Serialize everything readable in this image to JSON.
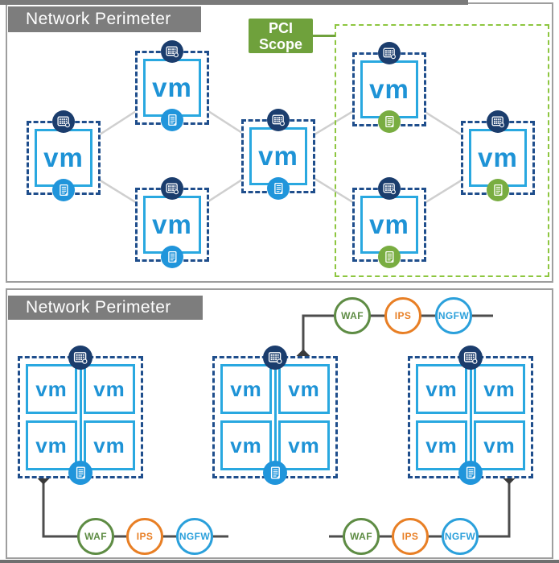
{
  "colors": {
    "accent_blue": "#29A8E0",
    "vm_text_blue": "#1E93D6",
    "perimeter_dash_navy": "#1F4E8C",
    "firewall_icon_navy": "#1B3D6D",
    "policy_icon_blue": "#2095DB",
    "policy_icon_green": "#79AD41",
    "pci_label_green": "#6FA13C",
    "pci_dash_green": "#8DC63F",
    "waf_green": "#5E8C44",
    "ips_orange": "#E87F25",
    "ngfw_blue": "#2BA0DB",
    "header_gray": "#7D7D7D",
    "chain_line_gray": "#4D4D4D"
  },
  "icons": {
    "firewall": "firewall-icon",
    "policy": "policy-document-icon"
  },
  "top_panel": {
    "header": "Network Perimeter",
    "pci_scope": {
      "line1": "PCI",
      "line2": "Scope"
    },
    "vms": [
      {
        "label": "vm",
        "zone": "outside"
      },
      {
        "label": "vm",
        "zone": "outside"
      },
      {
        "label": "vm",
        "zone": "outside"
      },
      {
        "label": "vm",
        "zone": "outside"
      },
      {
        "label": "vm",
        "zone": "pci"
      },
      {
        "label": "vm",
        "zone": "pci"
      },
      {
        "label": "vm",
        "zone": "pci"
      }
    ]
  },
  "bottom_panel": {
    "header": "Network Perimeter",
    "groups": [
      {
        "name": "left",
        "vms": [
          "vm",
          "vm",
          "vm",
          "vm"
        ]
      },
      {
        "name": "middle",
        "vms": [
          "vm",
          "vm",
          "vm",
          "vm"
        ]
      },
      {
        "name": "right",
        "vms": [
          "vm",
          "vm",
          "vm",
          "vm"
        ]
      }
    ],
    "chains": [
      {
        "position": "top",
        "items": [
          "WAF",
          "IPS",
          "NGFW"
        ]
      },
      {
        "position": "bottom-left",
        "items": [
          "WAF",
          "IPS",
          "NGFW"
        ]
      },
      {
        "position": "bottom-right",
        "items": [
          "WAF",
          "IPS",
          "NGFW"
        ]
      }
    ]
  }
}
